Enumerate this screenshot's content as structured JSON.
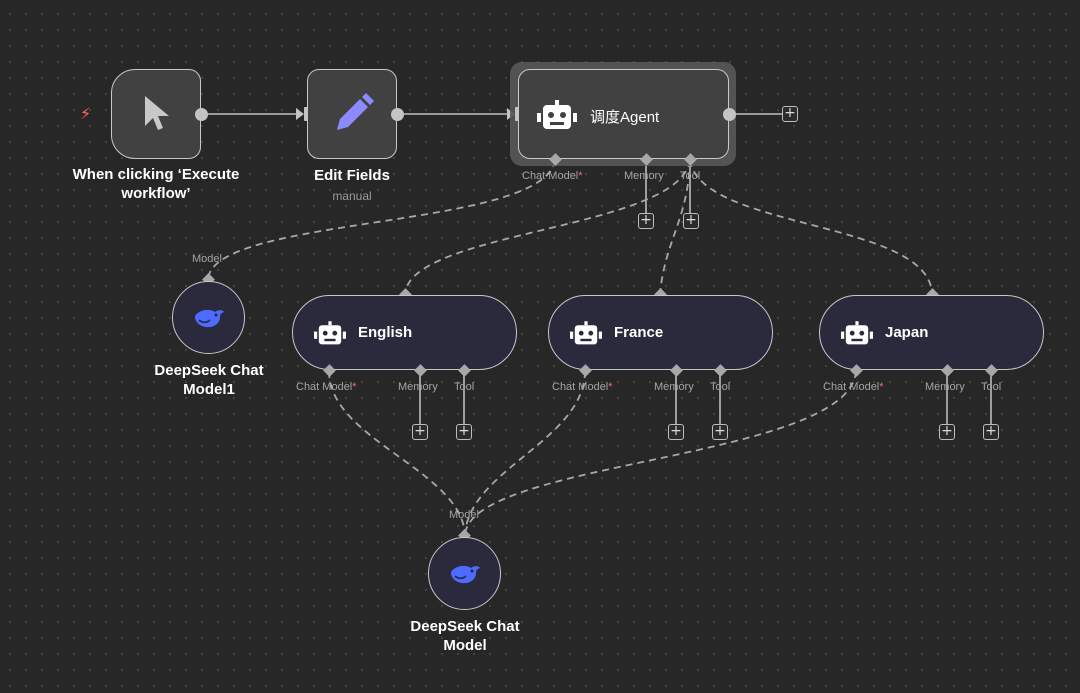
{
  "trigger": {
    "title": "When clicking ‘Execute workflow’"
  },
  "edit_fields": {
    "title": "Edit Fields",
    "subtitle": "manual"
  },
  "main_agent": {
    "title": "调度Agent",
    "ports": {
      "chat_model": "Chat Model",
      "memory": "Memory",
      "tool": "Tool"
    }
  },
  "agents": [
    {
      "title": "English",
      "ports": {
        "chat_model": "Chat Model",
        "memory": "Memory",
        "tool": "Tool"
      }
    },
    {
      "title": "France",
      "ports": {
        "chat_model": "Chat Model",
        "memory": "Memory",
        "tool": "Tool"
      }
    },
    {
      "title": "Japan",
      "ports": {
        "chat_model": "Chat Model",
        "memory": "Memory",
        "tool": "Tool"
      }
    }
  ],
  "models": [
    {
      "title": "DeepSeek Chat Model1",
      "port_label": "Model"
    },
    {
      "title": "DeepSeek Chat Model",
      "port_label": "Model"
    }
  ],
  "required_marker": "*",
  "icons": {
    "trigger": "cursor-icon",
    "edit_fields": "pencil-icon",
    "agent": "robot-icon",
    "model": "deepseek-whale-icon",
    "add": "plus-icon",
    "trigger_marker": "lightning-icon"
  },
  "colors": {
    "canvas": "#272727",
    "node": "#414141",
    "ai_node": "#2a2a3c",
    "edit_icon": "#8b8bff",
    "deepseek": "#4d6bfe",
    "required": "#ff6d6d",
    "trigger_bolt": "#ff6d5a"
  }
}
